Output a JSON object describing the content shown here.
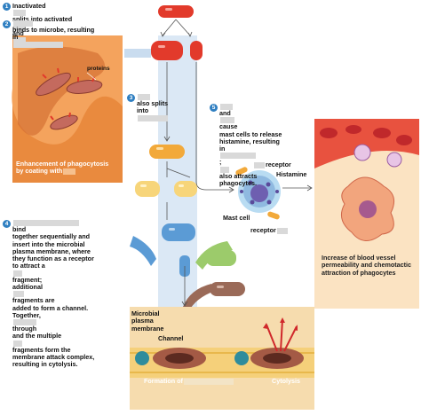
{
  "steps": {
    "s1": {
      "number": "1",
      "line1": "Inactivated",
      "line2": "splits into activated",
      "line3": "and"
    },
    "s2": {
      "number": "2",
      "line1": "binds to microbe, resulting",
      "line2": "in"
    },
    "s3": {
      "number": "3",
      "line1": "also splits",
      "line2": "into"
    },
    "s4": {
      "number": "4",
      "lines": [
        "bind",
        "together sequentially and",
        "insert into the microbial",
        "plasma membrane, where",
        "they function as a receptor",
        "to attract a",
        "fragment;",
        "additional",
        "fragments are",
        "added to form a channel.",
        "Together,",
        "through",
        "and the multiple",
        "fragments form the",
        "membrane attack complex,",
        "resulting in cytolysis."
      ]
    },
    "s5": {
      "number": "5",
      "lines": [
        "and",
        "cause",
        "mast cells to release",
        "histamine, resulting",
        "in",
        ";",
        "also attracts",
        "phagocytes."
      ]
    }
  },
  "panels": {
    "phago": {
      "proteins": "proteins",
      "caption1": "Enhancement of phagocytosis",
      "caption2": "by coating with"
    },
    "mast": {
      "receptor_top": "receptor",
      "histamine": "Histamine",
      "mast_cell": "Mast cell",
      "receptor_bottom": "receptor"
    },
    "vessel": {
      "caption": [
        "Increase of blood vessel",
        "permeability and chemotactic",
        "attraction of phagocytes"
      ]
    },
    "membrane": {
      "label1": "Microbial",
      "label2": "plasma",
      "label3": "membrane",
      "channel": "Channel",
      "formation": "Formation of",
      "cytolysis": "Cytolysis"
    }
  },
  "colors": {
    "blue_path": "#c9dcef",
    "red_protein": "#e23a2b",
    "orange_protein": "#f2a93a",
    "yellow_protein": "#f7d57a",
    "blue_protein": "#5b9bd5",
    "green_protein": "#9ccb6b",
    "brown_protein": "#9a6a58",
    "panel_orange": "#e98a3e",
    "vessel_bg": "#fbe3c2",
    "membrane_bg": "#f6dcae",
    "badge": "#2f7fc1"
  }
}
